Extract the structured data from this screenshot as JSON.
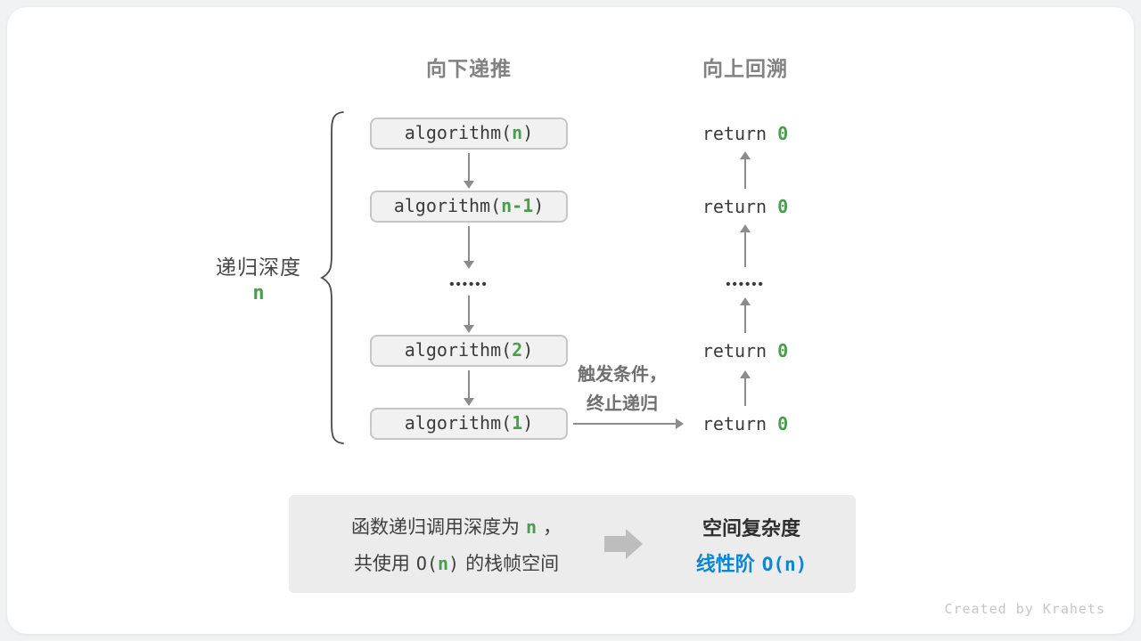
{
  "header": {
    "down": "向下递推",
    "up": "向上回溯"
  },
  "depth": {
    "label": "递归深度",
    "value": "n"
  },
  "calls": [
    {
      "prefix": "algorithm(",
      "arg": "n",
      "suffix": ")"
    },
    {
      "prefix": "algorithm(",
      "arg": "n-1",
      "suffix": ")"
    },
    {
      "prefix": "algorithm(",
      "arg": "2",
      "suffix": ")"
    },
    {
      "prefix": "algorithm(",
      "arg": "1",
      "suffix": ")"
    }
  ],
  "returns": [
    {
      "prefix": "return ",
      "value": "0"
    },
    {
      "prefix": "return ",
      "value": "0"
    },
    {
      "prefix": "return ",
      "value": "0"
    },
    {
      "prefix": "return ",
      "value": "0"
    }
  ],
  "dots": "••••••",
  "trigger": {
    "line1": "触发条件，",
    "line2": "终止递归"
  },
  "summary": {
    "left_line1": {
      "pre": "函数递归调用深度为",
      "arg": "n",
      "suf": "，"
    },
    "left_line2": {
      "pre": "共使用",
      "code_pre": "O(",
      "arg": "n",
      "code_suf": ")",
      "suf": "的栈帧空间"
    },
    "right_title": "空间复杂度",
    "right_value_text": "线性阶",
    "right_value_code": "O(n)"
  },
  "watermark": "Created by Krahets",
  "colors": {
    "green": "#4a9d4e",
    "blue": "#0d86d1",
    "arrow_gray": "#8c8c8c"
  }
}
